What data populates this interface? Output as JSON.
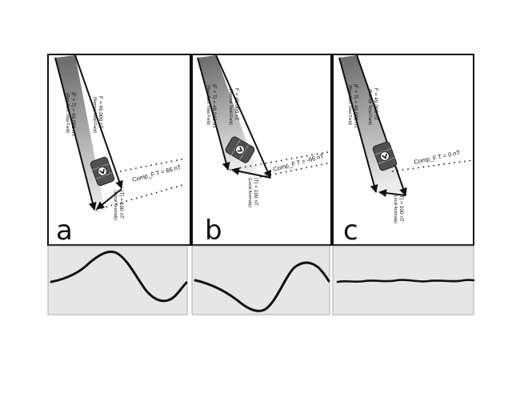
{
  "panels": [
    {
      "letter": "a",
      "normal_field": "F = 49,000 nT",
      "normal_field_caption": "(Normal Total Field)",
      "resultant_field": "|F + T| = 49,066 nT",
      "resultant_field_caption": "(Resultant Total Field)",
      "component": "Comp_F T = 66 nT",
      "anomaly": "|T| = 100 nT",
      "anomaly_caption": "(Local Anomaly)"
    },
    {
      "letter": "b",
      "normal_field": "F = 49,000 nT",
      "normal_field_caption": "(Normal Total Field)",
      "resultant_field": "|F + T| = 48,942 nT",
      "resultant_field_caption": "(Resultant Total Field)",
      "component": "Comp_F T = -66 nT",
      "anomaly": "|T| = 100 nT",
      "anomaly_caption": "(Local Anomaly)"
    },
    {
      "letter": "c",
      "normal_field": "F = 49,000 nT",
      "normal_field_caption": "(Normal Total Field)",
      "resultant_field": "|F + T| = 49,000 nT",
      "resultant_field_caption": "(Resultant Total Field)",
      "component": "Comp_F T = 0 nT",
      "anomaly": "|T| = 100 nT",
      "anomaly_caption": "(Local Anomaly)"
    }
  ],
  "colors": {
    "frame": "#111111",
    "profile_background": "#e6e6e6",
    "beam_dark": "#6f6f6f",
    "beam_light": "#e4e4e4",
    "barrel": "#505050"
  }
}
